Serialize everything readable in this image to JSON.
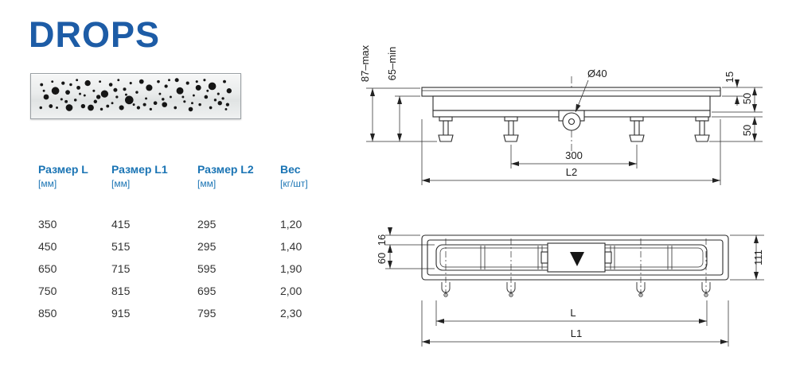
{
  "title": "DROPS",
  "colors": {
    "title_blue": "#1d5ca6",
    "header_blue": "#1a74b4"
  },
  "strip_image": {
    "dots": [
      [
        10,
        14,
        2
      ],
      [
        16,
        30,
        3.5
      ],
      [
        9,
        44,
        1.8
      ],
      [
        24,
        10,
        1.5
      ],
      [
        28,
        22,
        5
      ],
      [
        22,
        42,
        2.5
      ],
      [
        36,
        33,
        1.6
      ],
      [
        38,
        12,
        2.2
      ],
      [
        44,
        24,
        3
      ],
      [
        46,
        44,
        4.5
      ],
      [
        56,
        8,
        1.5
      ],
      [
        58,
        18,
        2.5
      ],
      [
        54,
        34,
        1.8
      ],
      [
        64,
        42,
        2.8
      ],
      [
        66,
        28,
        1.5
      ],
      [
        70,
        12,
        3.8
      ],
      [
        78,
        22,
        1.6
      ],
      [
        80,
        36,
        2.3
      ],
      [
        86,
        10,
        1.5
      ],
      [
        88,
        46,
        1.8
      ],
      [
        92,
        26,
        4.8
      ],
      [
        100,
        14,
        2.4
      ],
      [
        102,
        38,
        1.5
      ],
      [
        108,
        30,
        1.7
      ],
      [
        110,
        8,
        1.5
      ],
      [
        114,
        44,
        3.2
      ],
      [
        118,
        20,
        2.1
      ],
      [
        124,
        34,
        5.5
      ],
      [
        126,
        12,
        1.6
      ],
      [
        134,
        24,
        1.8
      ],
      [
        136,
        44,
        2.2
      ],
      [
        140,
        10,
        3
      ],
      [
        146,
        32,
        1.5
      ],
      [
        150,
        18,
        4.2
      ],
      [
        152,
        46,
        1.7
      ],
      [
        158,
        38,
        2.4
      ],
      [
        162,
        10,
        1.9
      ],
      [
        164,
        26,
        1.5
      ],
      [
        170,
        40,
        3.4
      ],
      [
        172,
        16,
        2.2
      ],
      [
        178,
        30,
        1.5
      ],
      [
        184,
        44,
        1.9
      ],
      [
        186,
        8,
        2.6
      ],
      [
        190,
        22,
        4.6
      ],
      [
        196,
        36,
        1.6
      ],
      [
        200,
        12,
        2.1
      ],
      [
        204,
        46,
        2.9
      ],
      [
        208,
        28,
        1.5
      ],
      [
        214,
        18,
        3.6
      ],
      [
        216,
        40,
        1.8
      ],
      [
        222,
        8,
        1.6
      ],
      [
        224,
        30,
        2.4
      ],
      [
        230,
        44,
        1.9
      ],
      [
        232,
        16,
        5
      ],
      [
        240,
        26,
        1.6
      ],
      [
        242,
        38,
        2.8
      ],
      [
        248,
        10,
        2
      ],
      [
        250,
        46,
        1.5
      ],
      [
        254,
        22,
        3.3
      ],
      [
        246,
        32,
        1.7
      ],
      [
        30,
        44,
        1.5
      ],
      [
        48,
        14,
        1.8
      ],
      [
        74,
        44,
        4
      ],
      [
        96,
        42,
        2
      ],
      [
        130,
        40,
        1.5
      ],
      [
        206,
        38,
        1.5
      ],
      [
        236,
        34,
        1.7
      ],
      [
        13,
        22,
        1.5
      ],
      [
        60,
        26,
        1.5
      ],
      [
        84,
        30,
        2.8
      ],
      [
        120,
        27,
        1.5
      ],
      [
        168,
        33,
        1.8
      ],
      [
        194,
        30,
        1.5
      ],
      [
        226,
        22,
        1.5
      ],
      [
        252,
        40,
        2.2
      ],
      [
        42,
        36,
        2
      ],
      [
        106,
        21,
        2.6
      ],
      [
        144,
        40,
        2.1
      ],
      [
        176,
        8,
        1.5
      ],
      [
        212,
        10,
        1.6
      ]
    ]
  },
  "table": {
    "headers": [
      {
        "label": "Размер L",
        "unit": "[мм]"
      },
      {
        "label": "Размер L1",
        "unit": "[мм]"
      },
      {
        "label": "Размер L2",
        "unit": "[мм]"
      },
      {
        "label": "Вес",
        "unit": "[кг/шт]"
      }
    ],
    "rows": [
      [
        "350",
        "415",
        "295",
        "1,20"
      ],
      [
        "450",
        "515",
        "295",
        "1,40"
      ],
      [
        "650",
        "715",
        "595",
        "1,90"
      ],
      [
        "750",
        "815",
        "695",
        "2,00"
      ],
      [
        "850",
        "915",
        "795",
        "2,30"
      ]
    ]
  },
  "side_view": {
    "height_max": "87–max",
    "height_min": "65–min",
    "outlet_diameter": "Ø40",
    "grate_height": "15",
    "body_depth": "50",
    "leg_height": "50",
    "outlet_spacing": "300",
    "length_label": "L2"
  },
  "top_view": {
    "flange_width": "16",
    "grate_width": "60",
    "total_width": "111",
    "length_label": "L",
    "total_length_label": "L1"
  }
}
